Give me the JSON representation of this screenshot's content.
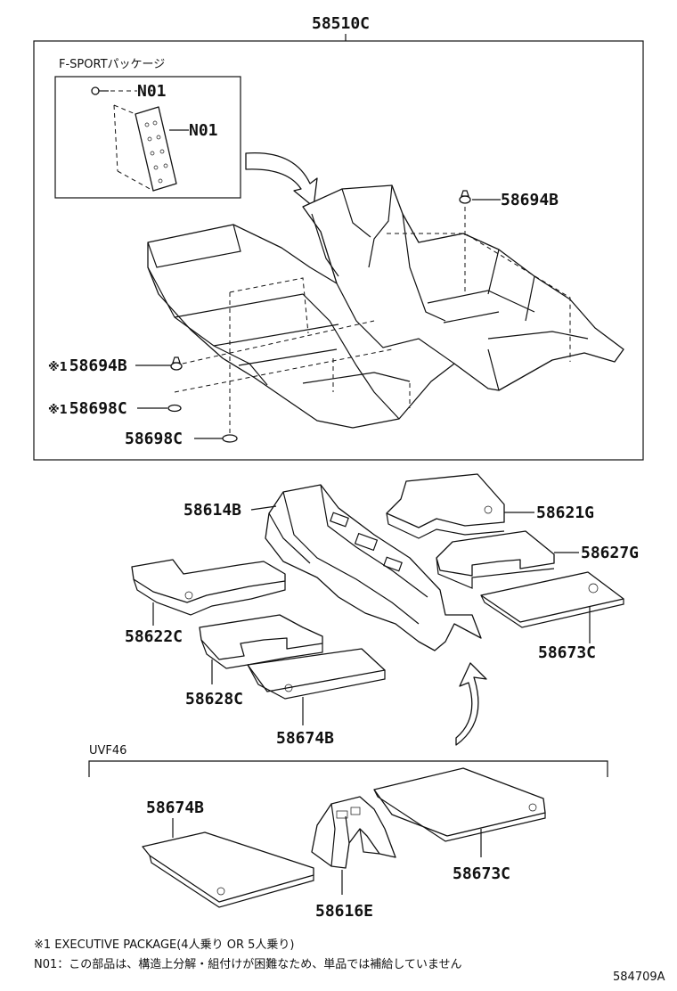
{
  "top_group": {
    "part_no": "58510C",
    "fsport_label": "F-SPORTパッケージ",
    "inset_clip_label": "N01",
    "inset_plate_label": "N01",
    "clip_right_label": "58694B",
    "clip_left_label": "58694B",
    "clip_left_mark": "※1",
    "washer_left_label": "58698C",
    "washer_left_mark": "※1",
    "washer_bottom_label": "58698C"
  },
  "middle_group": {
    "tunnel_label": "58614B",
    "rr_upper_label": "58621G",
    "rr_mid_label": "58627G",
    "rr_mat_label": "58673C",
    "fr_upper_label": "58622C",
    "fr_mid_label": "58628C",
    "fr_mat_label": "58674B"
  },
  "bottom_group": {
    "group_label": "UVF46",
    "mat_left_label": "58674B",
    "tunnel_label": "58616E",
    "mat_right_label": "58673C"
  },
  "footnotes": {
    "line1": "※1 EXECUTIVE  PACKAGE(4人乗り OR 5人乗り)",
    "line2": "N01：この部品は、構造上分解・組付けが困難なため、単品では補給していません"
  },
  "diagram_code": "584709A"
}
